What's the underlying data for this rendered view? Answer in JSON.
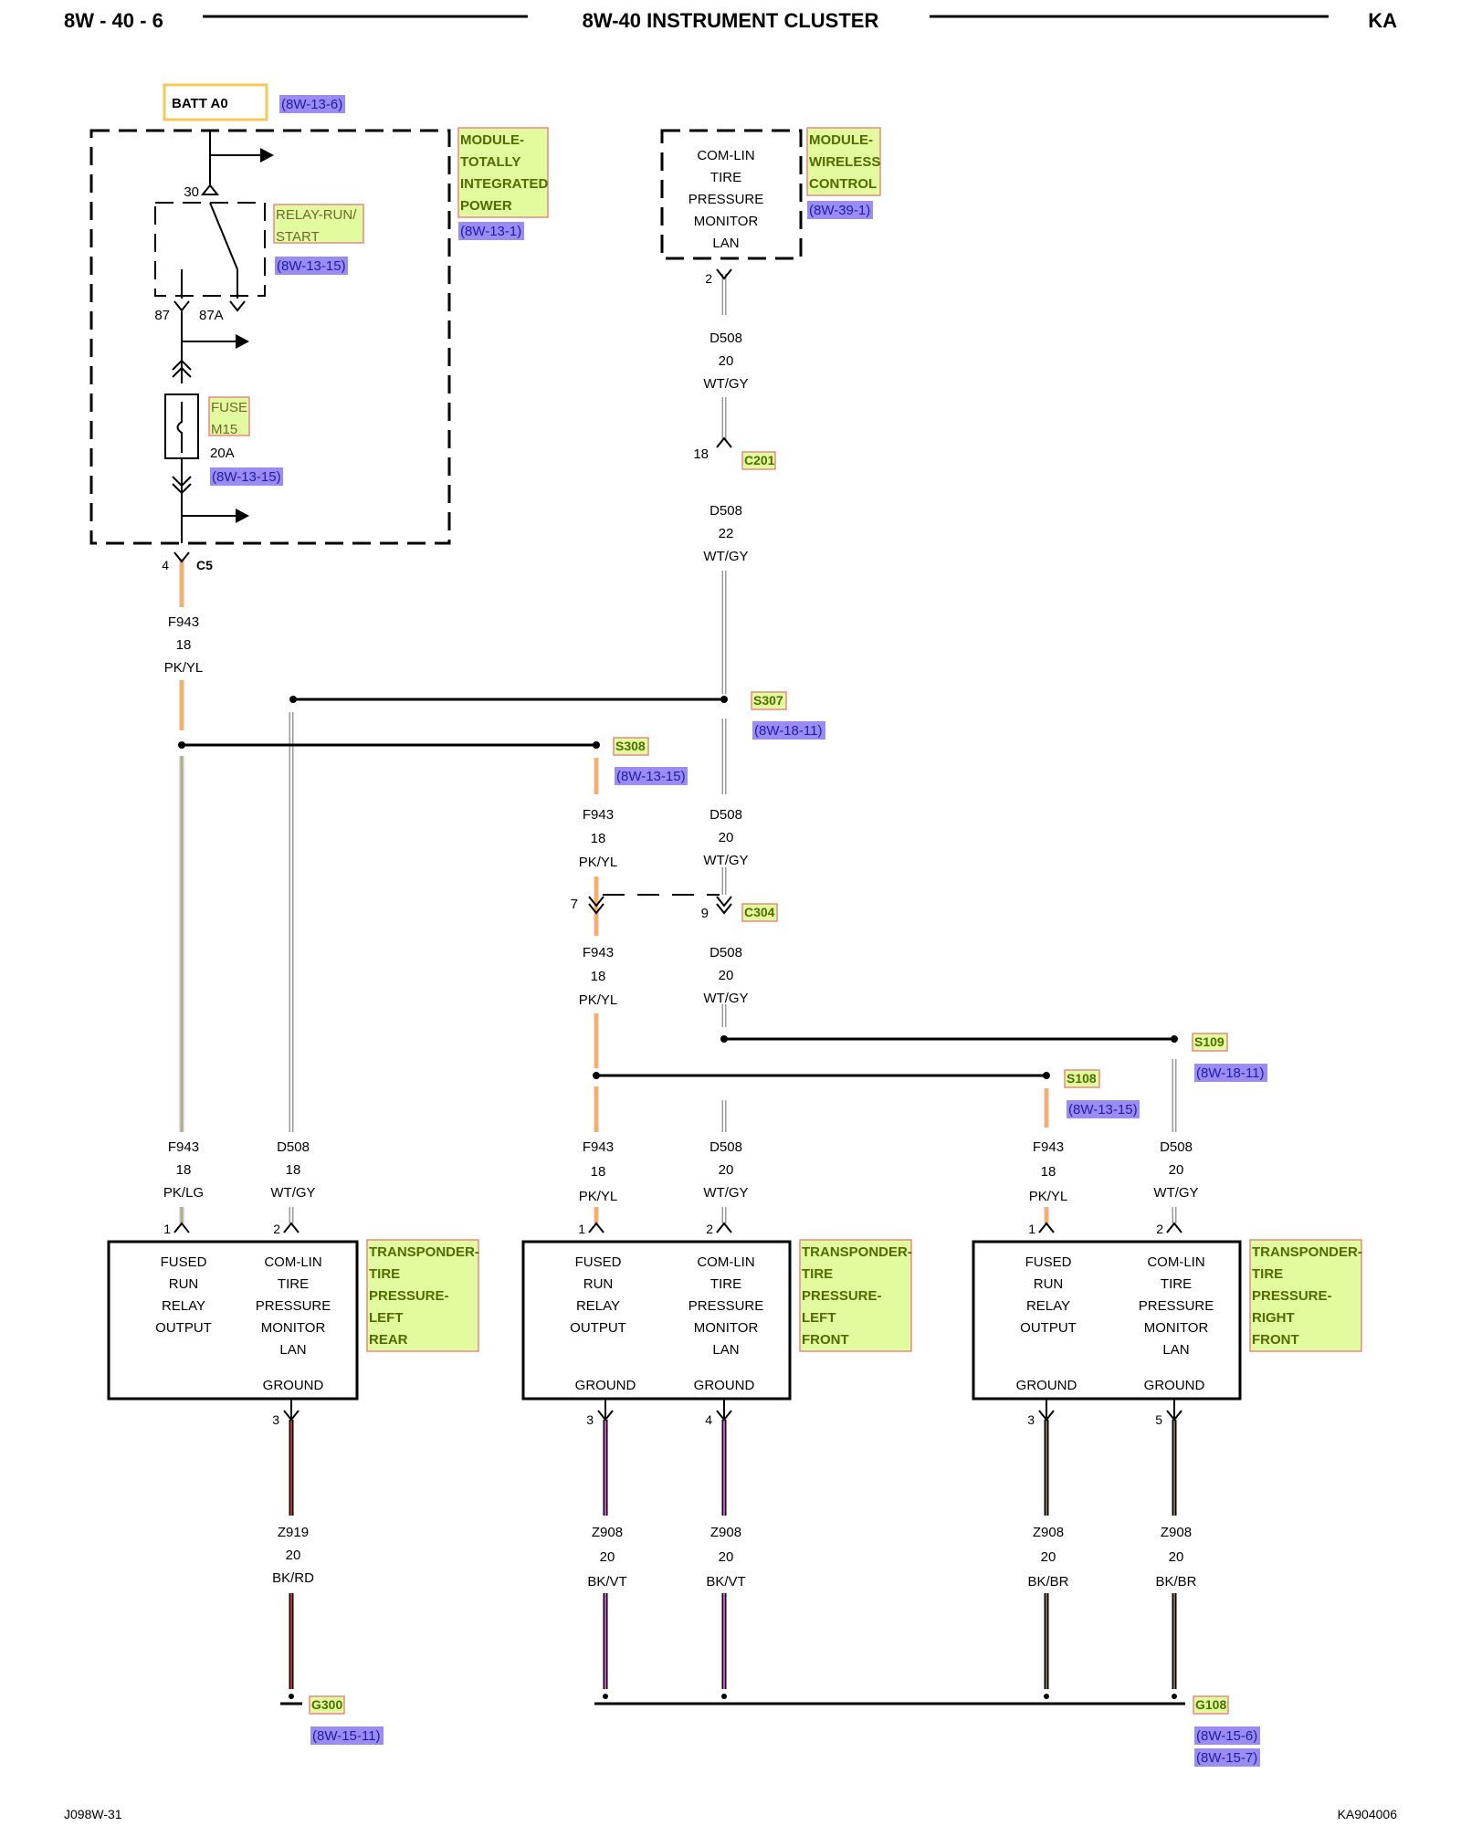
{
  "header": {
    "page_ref": "8W - 40 - 6",
    "title": "8W-40 INSTRUMENT CLUSTER",
    "code": "KA"
  },
  "footer": {
    "left": "J098W-31",
    "right": "KA904006"
  },
  "colors": {
    "ref_bg": "#9b8cf3",
    "ref_text": "#1c1ca8",
    "tag_bg": "#e2fb9e",
    "tag_border": "#e58a82",
    "tag_text": "#4d6d00",
    "pk_yl_a": "#f5a2c8",
    "pk_yl_b": "#f2c200",
    "pk_lg_b": "#6ed56e",
    "wt_gy": "#9b9b9b",
    "bk_rd": "#c0302c",
    "bk_vt": "#d24bd8",
    "bk_br": "#7a6a4a"
  },
  "batt": {
    "label": "BATT A0",
    "ref": "(8W-13-6)"
  },
  "tipm": {
    "name_lines": [
      "MODULE-",
      "TOTALLY",
      "INTEGRATED",
      "POWER"
    ],
    "ref": "(8W-13-1)",
    "relay_lines": [
      "RELAY-RUN/",
      "START"
    ],
    "relay_ref": "(8W-13-15)",
    "pin_30": "30",
    "pin_87": "87",
    "pin_87a": "87A",
    "fuse_lines": [
      "FUSE",
      "M15"
    ],
    "fuse_rating": "20A",
    "fuse_ref": "(8W-13-15)",
    "c5_pin": "4",
    "c5_label": "C5"
  },
  "wcm": {
    "lan_lines": [
      "COM-LIN",
      "TIRE",
      "PRESSURE",
      "MONITOR",
      "LAN"
    ],
    "name_lines": [
      "MODULE-",
      "WIRELESS",
      "CONTROL"
    ],
    "ref": "(8W-39-1)",
    "pin": "2"
  },
  "wires": {
    "d508_a": [
      "D508",
      "20",
      "WT/GY"
    ],
    "d508_b": [
      "D508",
      "22",
      "WT/GY"
    ],
    "c201_pin": "18",
    "c201": "C201",
    "f943_main": [
      "F943",
      "18",
      "PK/YL"
    ],
    "s307": "S307",
    "s307_ref": "(8W-18-11)",
    "s308": "S308",
    "s308_ref": "(8W-13-15)",
    "f943_mid": [
      "F943",
      "18",
      "PK/YL"
    ],
    "d508_mid": [
      "D508",
      "20",
      "WT/GY"
    ],
    "c304_pin_l": "7",
    "c304_pin_r": "9",
    "c304": "C304",
    "f943_mid2": [
      "F943",
      "18",
      "PK/YL"
    ],
    "d508_mid2": [
      "D508",
      "20",
      "WT/GY"
    ],
    "s109": "S109",
    "s109_ref": "(8W-18-11)",
    "s108": "S108",
    "s108_ref": "(8W-13-15)",
    "rear_f943": [
      "F943",
      "18",
      "PK/LG"
    ],
    "rear_d508": [
      "D508",
      "18",
      "WT/GY"
    ],
    "lf_f943": [
      "F943",
      "18",
      "PK/YL"
    ],
    "lf_d508": [
      "D508",
      "20",
      "WT/GY"
    ],
    "rf_f943": [
      "F943",
      "18",
      "PK/YL"
    ],
    "rf_d508": [
      "D508",
      "20",
      "WT/GY"
    ]
  },
  "sensors": [
    {
      "name_lines": [
        "TRANSPONDER-",
        "TIRE",
        "PRESSURE-",
        "LEFT",
        "REAR"
      ],
      "left_lines": [
        "FUSED",
        "RUN",
        "RELAY",
        "OUTPUT"
      ],
      "right_lines": [
        "COM-LIN",
        "TIRE",
        "PRESSURE",
        "MONITOR",
        "LAN"
      ],
      "bottom_left": "",
      "bottom_right": "GROUND",
      "pin_in1": "1",
      "pin_in2": "2",
      "pin_out_a": "",
      "pin_out_b": "3"
    },
    {
      "name_lines": [
        "TRANSPONDER-",
        "TIRE",
        "PRESSURE-",
        "LEFT",
        "FRONT"
      ],
      "left_lines": [
        "FUSED",
        "RUN",
        "RELAY",
        "OUTPUT"
      ],
      "right_lines": [
        "COM-LIN",
        "TIRE",
        "PRESSURE",
        "MONITOR",
        "LAN"
      ],
      "bottom_left": "GROUND",
      "bottom_right": "GROUND",
      "pin_in1": "1",
      "pin_in2": "2",
      "pin_out_a": "3",
      "pin_out_b": "4"
    },
    {
      "name_lines": [
        "TRANSPONDER-",
        "TIRE",
        "PRESSURE-",
        "RIGHT",
        "FRONT"
      ],
      "left_lines": [
        "FUSED",
        "RUN",
        "RELAY",
        "OUTPUT"
      ],
      "right_lines": [
        "COM-LIN",
        "TIRE",
        "PRESSURE",
        "MONITOR",
        "LAN"
      ],
      "bottom_left": "GROUND",
      "bottom_right": "GROUND",
      "pin_in1": "1",
      "pin_in2": "2",
      "pin_out_a": "3",
      "pin_out_b": "5"
    }
  ],
  "grounds": {
    "z919": [
      "Z919",
      "20",
      "BK/RD"
    ],
    "g300": "G300",
    "g300_ref": "(8W-15-11)",
    "z908_lf3": [
      "Z908",
      "20",
      "BK/VT"
    ],
    "z908_lf4": [
      "Z908",
      "20",
      "BK/VT"
    ],
    "z908_rf3": [
      "Z908",
      "20",
      "BK/BR"
    ],
    "z908_rf5": [
      "Z908",
      "20",
      "BK/BR"
    ],
    "g108": "G108",
    "g108_ref1": "(8W-15-6)",
    "g108_ref2": "(8W-15-7)"
  }
}
